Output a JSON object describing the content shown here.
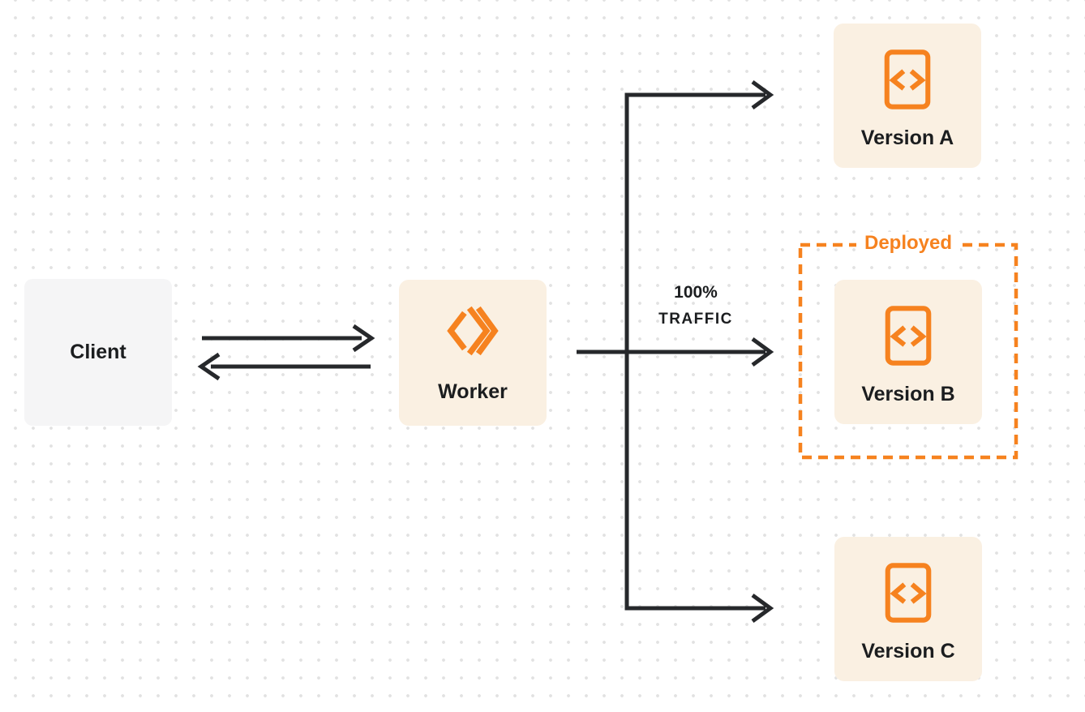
{
  "diagram": {
    "client": {
      "label": "Client"
    },
    "worker": {
      "label": "Worker",
      "icon": "cloudflare-workers-logo"
    },
    "traffic": {
      "line1": "100%",
      "line2": "TRAFFIC"
    },
    "deployed": {
      "label": "Deployed"
    },
    "versions": [
      {
        "label": "Version A",
        "icon": "code-document-icon",
        "deployed": false
      },
      {
        "label": "Version B",
        "icon": "code-document-icon",
        "deployed": true
      },
      {
        "label": "Version C",
        "icon": "code-document-icon",
        "deployed": false
      }
    ],
    "colors": {
      "accent_orange": "#F6821F",
      "node_cream": "#FAF0E2",
      "client_gray": "#F5F5F6",
      "connector_dark": "#26282B",
      "text_dark": "#1B1D1F",
      "dot_grid": "#E2E2E2"
    }
  }
}
